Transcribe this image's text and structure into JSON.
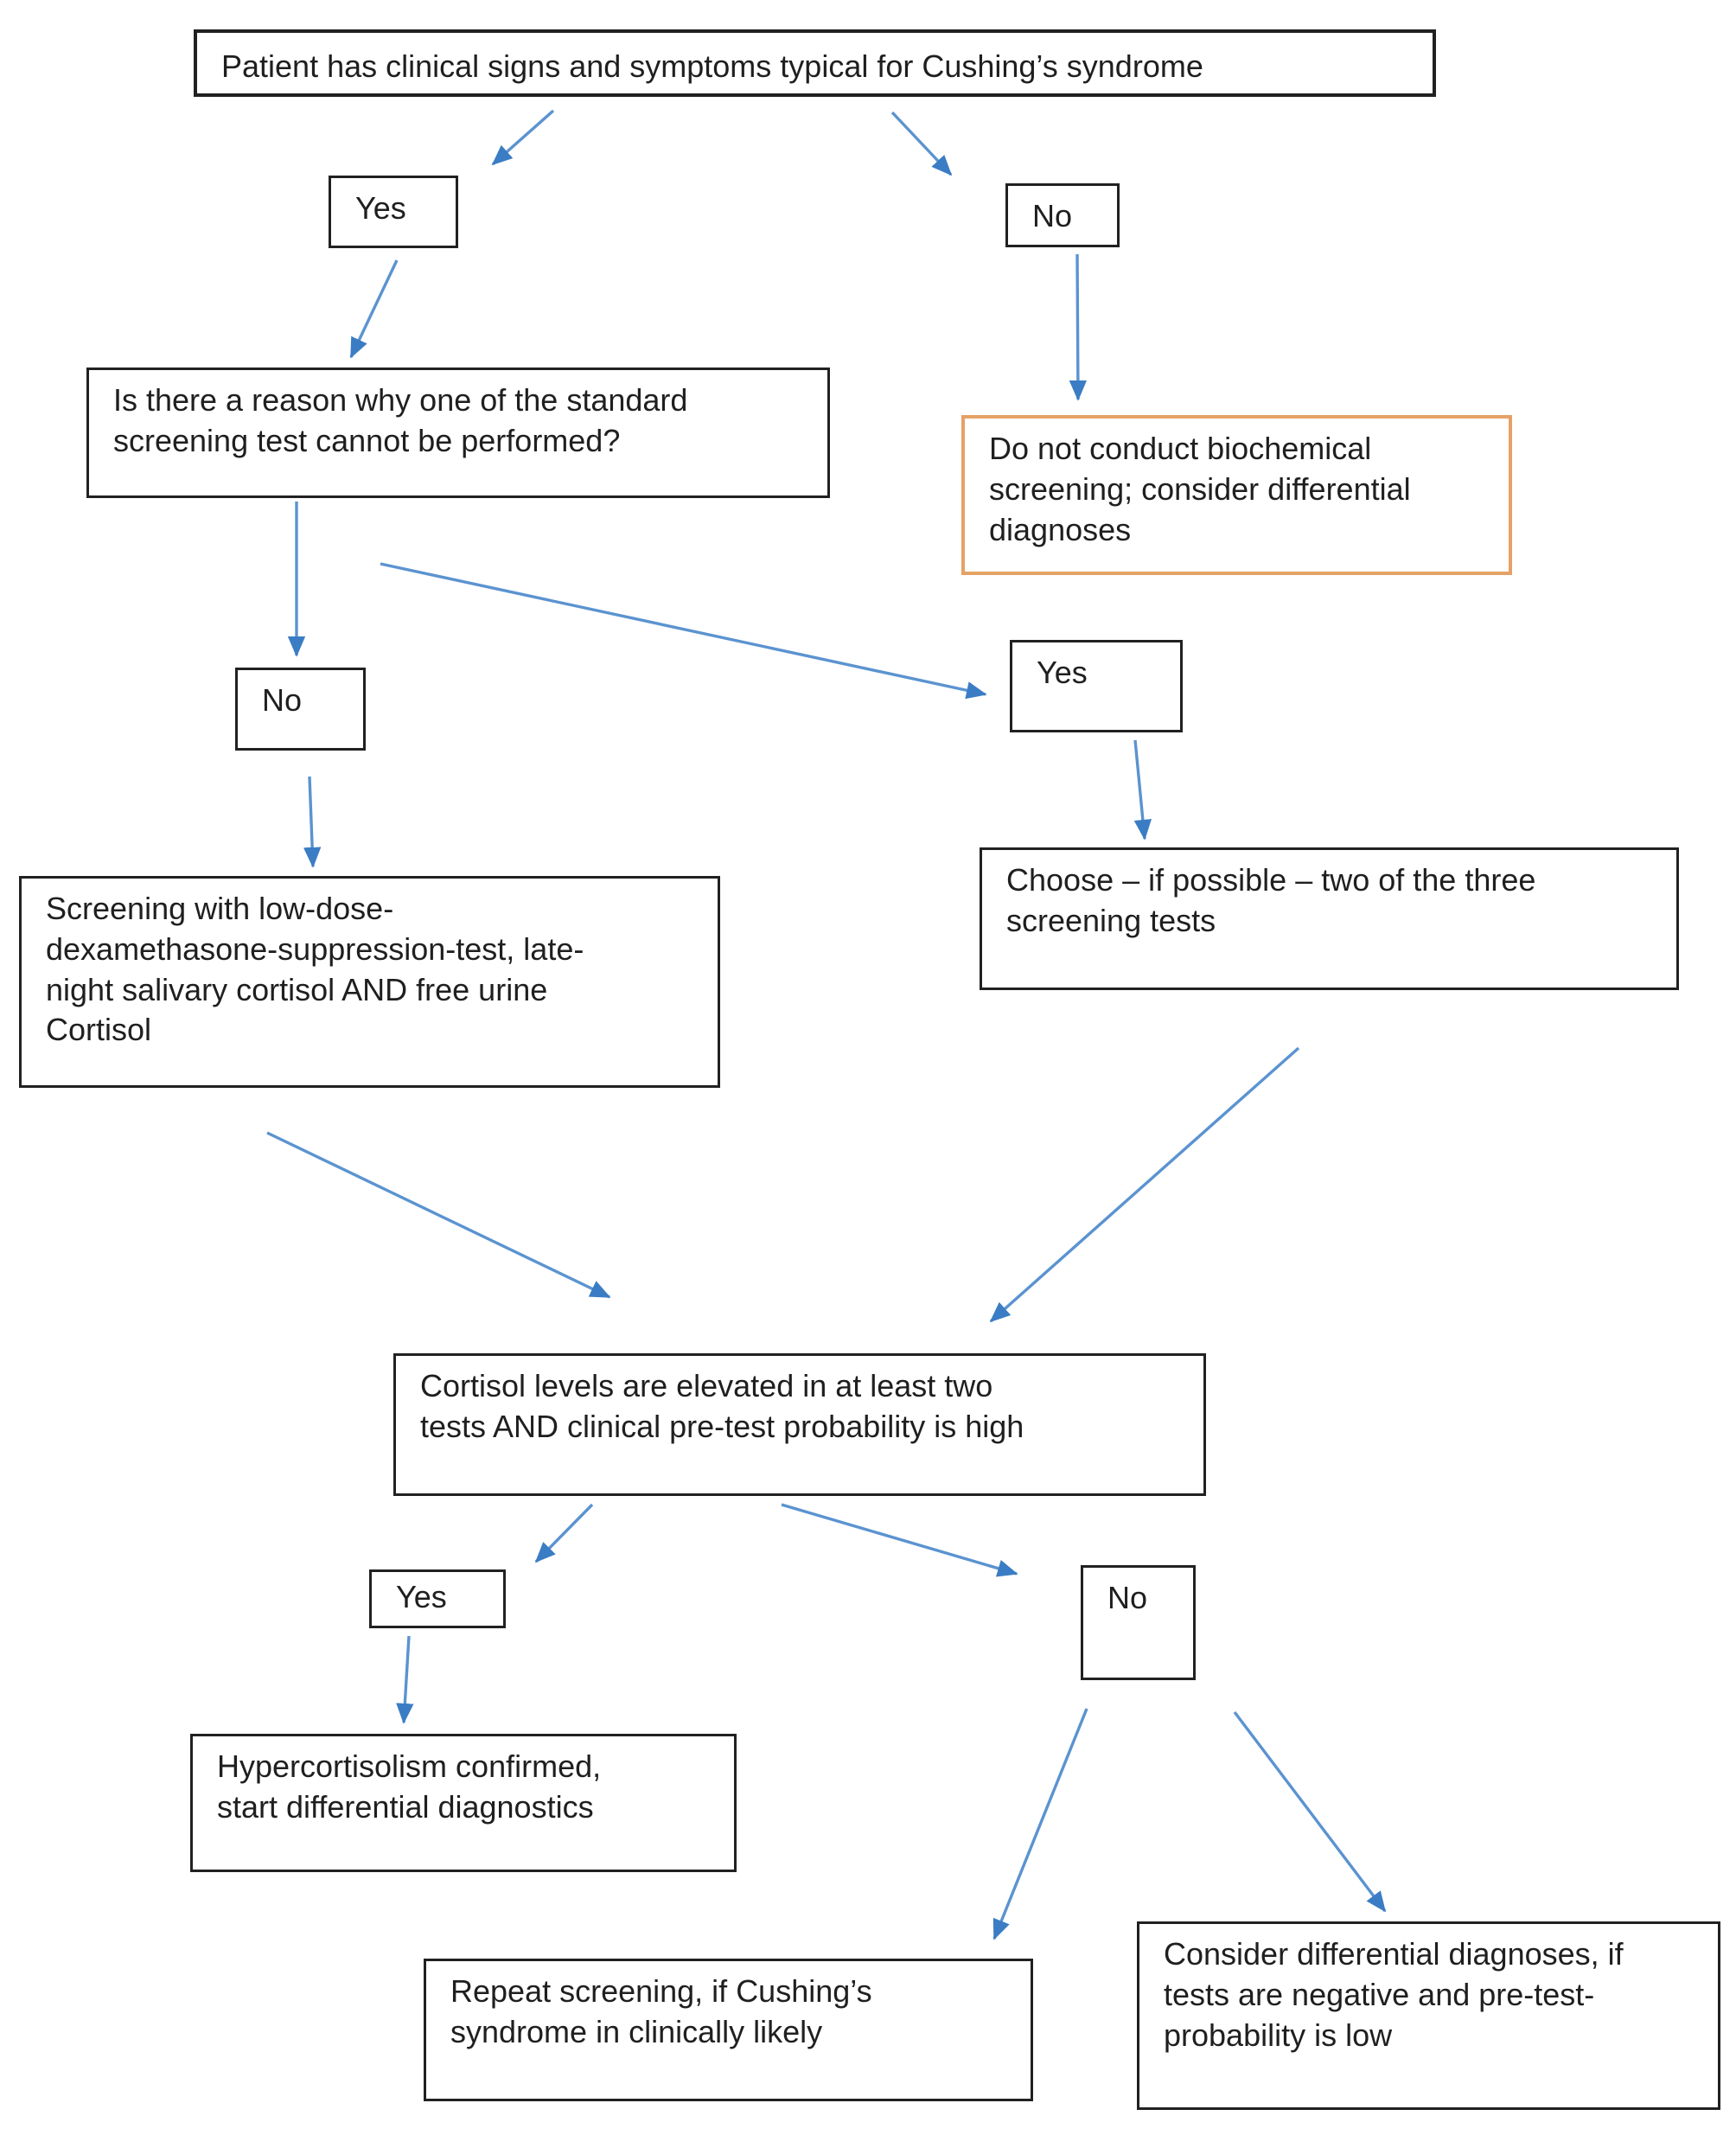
{
  "diagram": {
    "type": "flowchart",
    "topic": "Biochemical screening algorithm for Cushing's syndrome",
    "colors": {
      "box_border": "#212121",
      "highlight_border": "#e5a266",
      "arrow": "#5b93d0",
      "arrow_head": "#3b7dc4",
      "text": "#1f1f1f",
      "background": "#ffffff"
    },
    "nodes": {
      "start": "Patient has clinical signs and symptoms typical for Cushing’s syndrome",
      "branch_yes_top": "Yes",
      "branch_no_top": "No",
      "screening_question": "Is there a reason why one of the standard\nscreening test cannot be performed?",
      "no_biochemical_screening": "Do not conduct biochemical\nscreening; consider differential\ndiagnoses",
      "branch_no_mid": "No",
      "branch_yes_mid": "Yes",
      "full_screening": "Screening with low-dose-\ndexamethasone-suppression-test, late-\nnight salivary cortisol AND free urine\nCortisol",
      "choose_two_tests": "Choose – if possible – two of the three\nscreening tests",
      "cortisol_elevated": "Cortisol levels are elevated in at least two\ntests AND clinical pre-test probability is high",
      "branch_yes_bottom": "Yes",
      "branch_no_bottom": "No",
      "hypercortisolism_confirmed": "Hypercortisolism confirmed,\nstart differential diagnostics",
      "repeat_screening": "Repeat screening, if Cushing’s\nsyndrome in clinically likely",
      "consider_differential": "Consider differential diagnoses, if\ntests are negative and pre-test-\nprobability is low"
    }
  }
}
